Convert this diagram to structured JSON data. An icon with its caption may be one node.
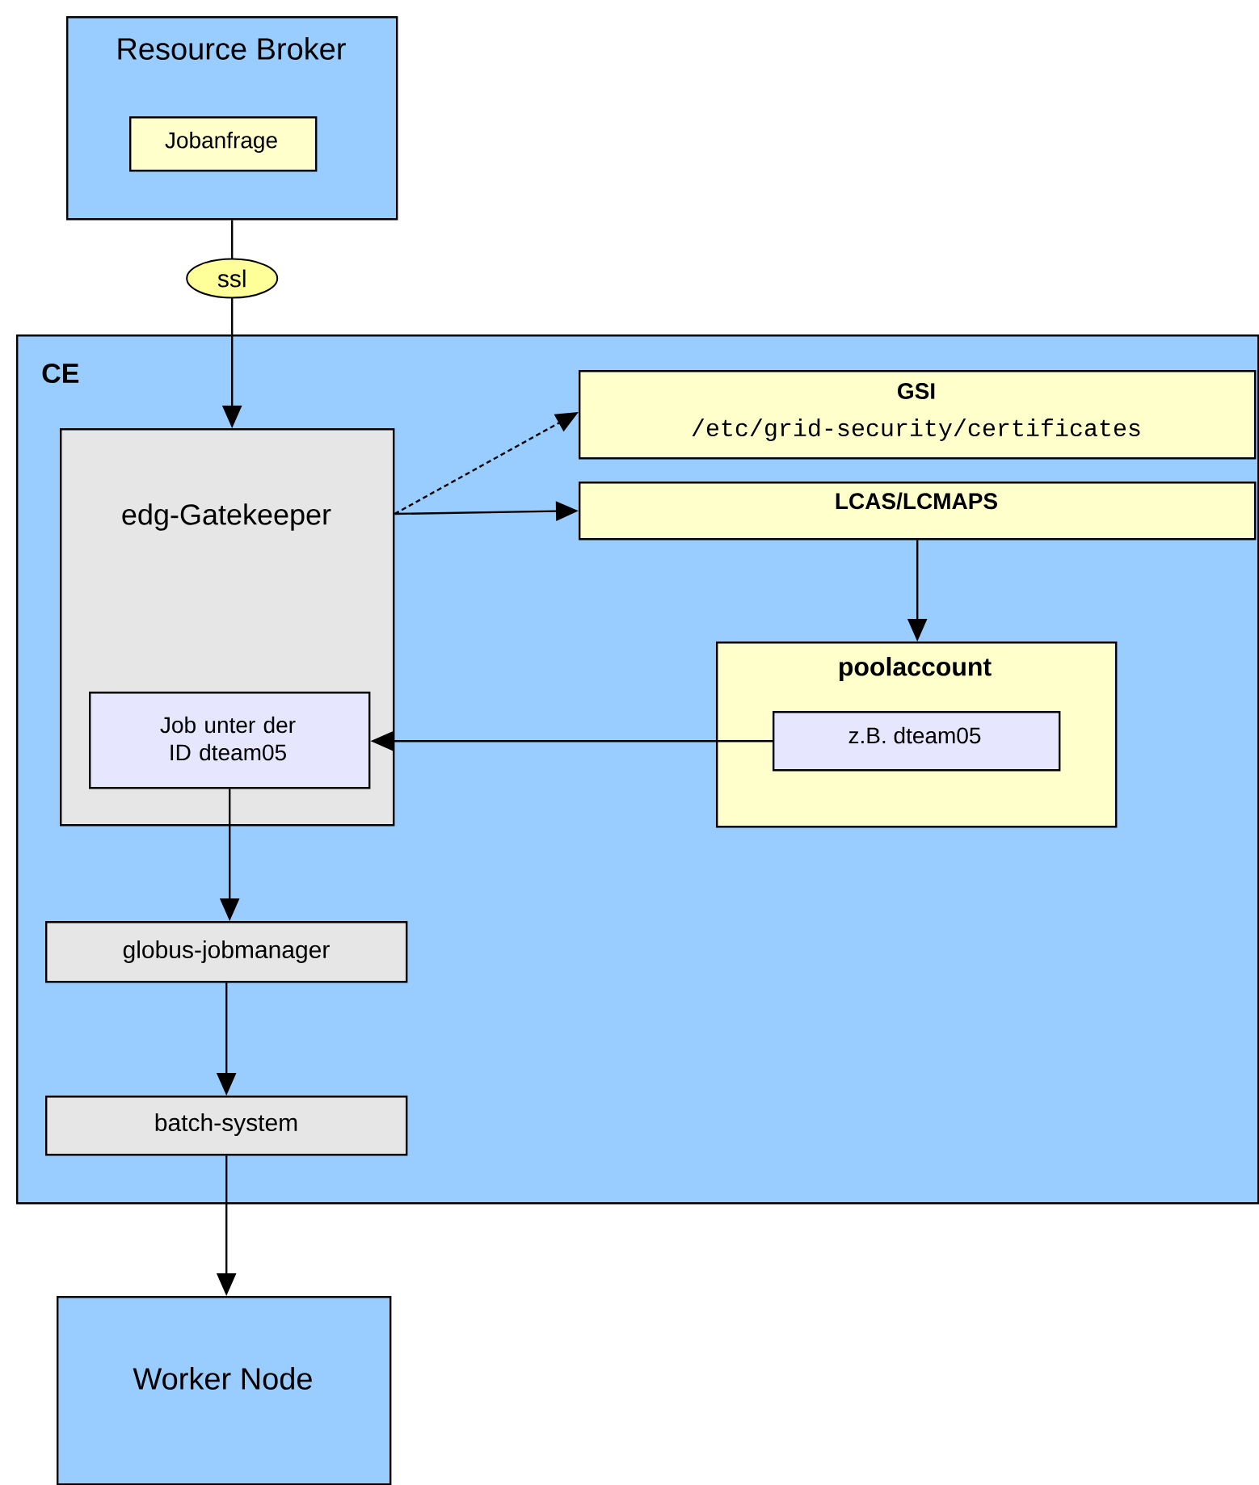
{
  "diagram": {
    "nodes": [
      {
        "text": [
          "Resource Broker"
        ]
      },
      {
        "text": [
          "Jobanfrage"
        ],
        "in": 0
      },
      {
        "text": [
          "CE"
        ]
      },
      {
        "text": [
          "edg-Gatekeeper"
        ],
        "in": 2
      },
      {
        "text": [
          "Job unter der ID dteam05"
        ],
        "in": 3
      },
      {
        "text": [
          "GSI",
          "/etc/grid-security/certificates"
        ],
        "in": 2
      },
      {
        "text": [
          "LCAS/LCMAPS"
        ],
        "in": 2
      },
      {
        "text": [
          "poolaccount"
        ],
        "in": 2
      },
      {
        "text": [
          "z.B. dteam05"
        ],
        "in": 7
      },
      {
        "text": [
          "globus-jobmanager"
        ],
        "in": 2
      },
      {
        "text": [
          "batch-system"
        ],
        "in": 2
      },
      {
        "text": [
          "Worker Node"
        ]
      }
    ],
    "edges": [
      {
        "from": 0,
        "to": 3,
        "arrow": "to",
        "label": "ssl"
      },
      {
        "from": 3,
        "to": 5,
        "arrow": "to",
        "style": "dashed"
      },
      {
        "from": 3,
        "to": 6,
        "arrow": "to"
      },
      {
        "from": 6,
        "to": 7,
        "arrow": "to"
      },
      {
        "from": 8,
        "to": 4,
        "arrow": "to"
      },
      {
        "from": 4,
        "to": 9,
        "arrow": "to"
      },
      {
        "from": 9,
        "to": 10,
        "arrow": "to"
      },
      {
        "from": 10,
        "to": 11,
        "arrow": "to"
      }
    ]
  }
}
